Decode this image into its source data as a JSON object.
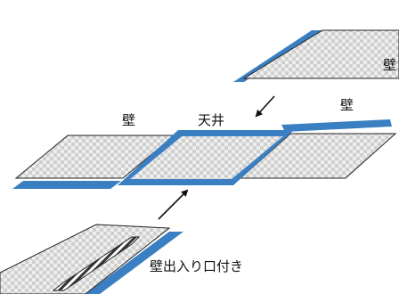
{
  "labels": {
    "wall_left": "壁",
    "ceiling": "天井",
    "wall_right": "壁",
    "wall_top_right": "壁",
    "wall_with_opening": "壁出入り口付き"
  },
  "colors": {
    "accent_blue": "#3a7fc1",
    "checker_light": "#eeeeee",
    "checker_dark": "#cfcfcf",
    "outline": "#222222"
  }
}
